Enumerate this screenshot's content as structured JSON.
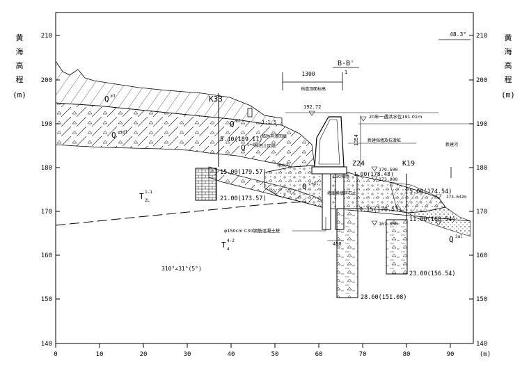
{
  "left_axis": {
    "title_chars": [
      "黄",
      "海",
      "高",
      "程"
    ],
    "unit": "(m)",
    "ticks": [
      "210",
      "200",
      "190",
      "180",
      "170",
      "160",
      "150",
      "140"
    ]
  },
  "right_axis": {
    "title_chars": [
      "黄",
      "海",
      "高",
      "程"
    ],
    "unit": "(m)",
    "ticks": [
      "210",
      "200",
      "190",
      "180",
      "170",
      "160",
      "150",
      "140"
    ],
    "corner_label": "48.3°"
  },
  "x_axis": {
    "ticks": [
      "0",
      "10",
      "20",
      "30",
      "40",
      "50",
      "60",
      "70",
      "80",
      "90"
    ],
    "unit": "(m)"
  },
  "section": {
    "name": "B-B'",
    "ref": "1",
    "dim_width": "1300",
    "dim_height": "1354",
    "dim_pile_spacing": "450"
  },
  "boreholes": {
    "k33": "K33",
    "z24": "Z24",
    "k19": "K19"
  },
  "depths": {
    "k33_1": "5.40(189.17)",
    "k33_2": "15.00(179.57)",
    "k33_3": "21.00(173.57)",
    "z24_1": "1.00(178.48)",
    "z24_2": "9.15(170.53)",
    "z24_3": "28.60(151.08)",
    "k19_1": "5.00(174.54)",
    "k19_2": "11.00(168.54)",
    "k19_3": "23.00(156.54)"
  },
  "strata": {
    "q_ml_base": "Q",
    "q_ml_sup": "ml",
    "q_mid_base": "Q",
    "q_mid_sup": "ml",
    "q_col_base": "Q",
    "q_col_sup": "c+dl",
    "q_right_base": "Q",
    "q_right_sup": "c+dl",
    "q_dl_base": "Q",
    "q_dl_sup": "c+dl",
    "q_alluv_base": "Q",
    "q_alluv_sup": "3al",
    "t2l_base": "T",
    "t2l_sub": "2L",
    "t2l_sup": "1-1",
    "t4_base": "T",
    "t4_sub": "4",
    "t4_sup": "4-2"
  },
  "annotations": {
    "elev_top": "192.72",
    "elev_1": "179.500",
    "elev_2": "173.000",
    "elev_3": "167.000",
    "elev_right": "173.632m",
    "flood_line": "20年一遇洪水位191.01m",
    "bedding": "310°∠31°(5°)",
    "pile_note": "φ150cm C30钢筋混凝土桩",
    "design_note": "挡墙顶面标高",
    "slope": "1:1.5",
    "label_roadbed": "临时弃渣回填",
    "label_backfill": "碎石土回填",
    "label_drain": "排水沟",
    "label_c30": "C30挡墙",
    "label_foundation": "墙底换填碎石土",
    "label_plan": "新建挡墙及抗滑桩",
    "label_river": "新建河"
  }
}
